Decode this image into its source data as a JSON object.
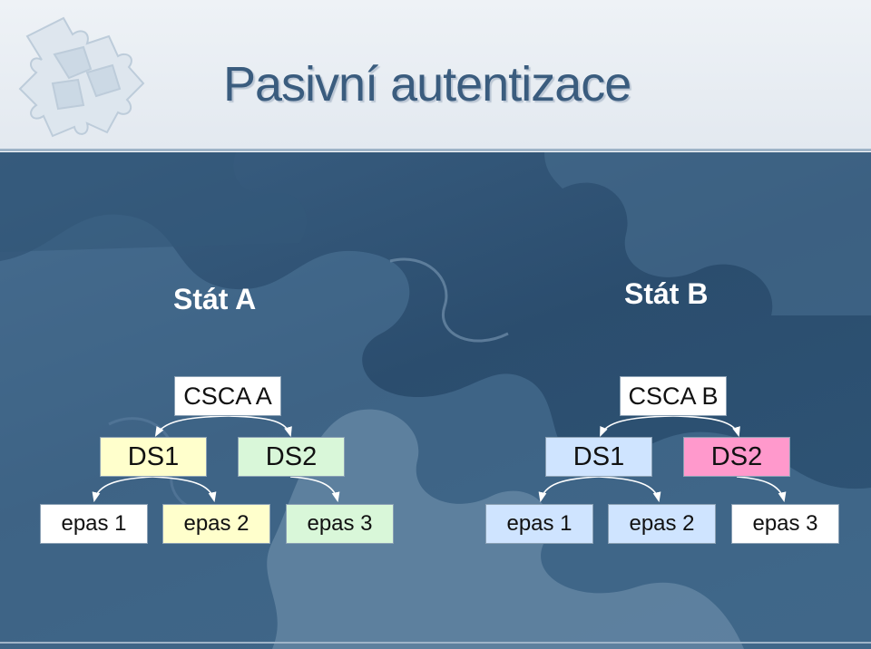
{
  "title": "Pasivní autentizace",
  "colors": {
    "title_text": "#3a5c7e",
    "background_dark": "#2b4d6e",
    "yellow": "#ffffcc",
    "green": "#d9f7d9",
    "blue": "#cfe4ff",
    "pink": "#ff99cc",
    "white": "#ffffff"
  },
  "icons": [
    "puzzle-logo-icon",
    "puzzle-background"
  ],
  "state_a": {
    "label": "Stát A",
    "csca": "CSCA A",
    "ds": [
      "DS1",
      "DS2"
    ],
    "epas": [
      "epas 1",
      "epas 2",
      "epas 3"
    ]
  },
  "state_b": {
    "label": "Stát B",
    "csca": "CSCA B",
    "ds": [
      "DS1",
      "DS2"
    ],
    "epas": [
      "epas 1",
      "epas 2",
      "epas 3"
    ]
  }
}
